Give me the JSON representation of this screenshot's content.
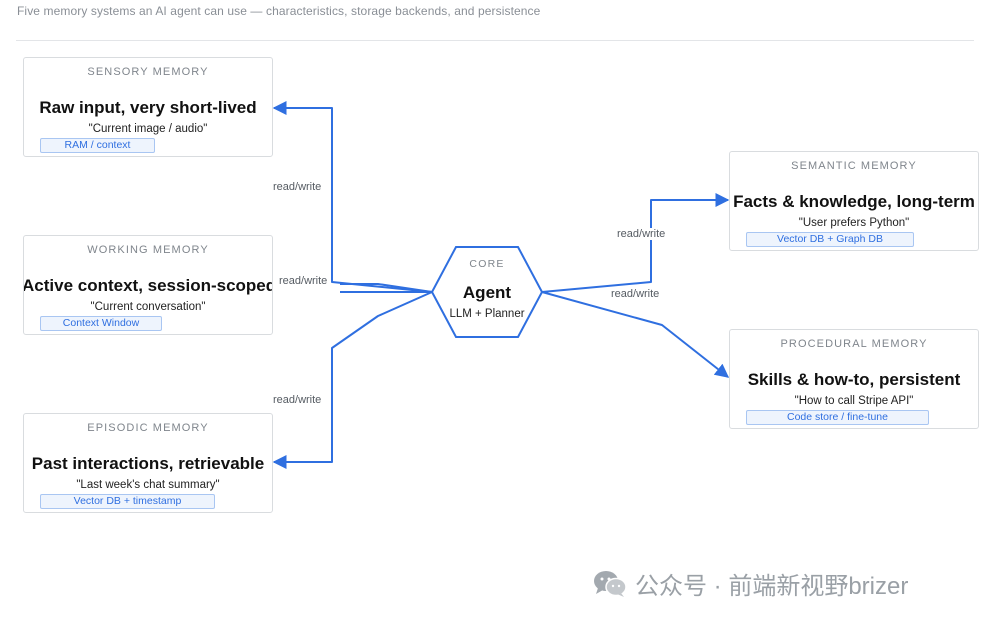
{
  "subtitle": "Five memory systems an AI agent can use — characteristics, storage backends, and persistence",
  "core": {
    "category": "CORE",
    "title": "Agent",
    "subtitle": "LLM + Planner"
  },
  "memories": {
    "sensory": {
      "category": "SENSORY MEMORY",
      "title": "Raw input, very short-lived",
      "example": "\"Current image / audio\"",
      "storage": "RAM / context"
    },
    "working": {
      "category": "WORKING MEMORY",
      "title": "Active context, session-scoped",
      "example": "\"Current conversation\"",
      "storage": "Context Window"
    },
    "episodic": {
      "category": "EPISODIC MEMORY",
      "title": "Past interactions, retrievable",
      "example": "\"Last week's chat summary\"",
      "storage": "Vector DB + timestamp"
    },
    "semantic": {
      "category": "SEMANTIC MEMORY",
      "title": "Facts & knowledge, long-term",
      "example": "\"User prefers Python\"",
      "storage": "Vector DB + Graph DB"
    },
    "procedural": {
      "category": "PROCEDURAL MEMORY",
      "title": "Skills & how-to, persistent",
      "example": "\"How to call Stripe API\"",
      "storage": "Code store / fine-tune"
    }
  },
  "edges": {
    "sensory_label": "read/write",
    "working_label": "read/write",
    "episodic_label": "read/write",
    "semantic_label": "read/write",
    "procedural_label": "read/write"
  },
  "colors": {
    "connector": "#2f6fe0",
    "card_border": "#d9dcdf",
    "tag_fill": "#eef4fd",
    "tag_text": "#2f6fe0"
  },
  "watermark": {
    "text": "公众号 · 前端新视野brizer",
    "icon": "wechat-icon"
  }
}
